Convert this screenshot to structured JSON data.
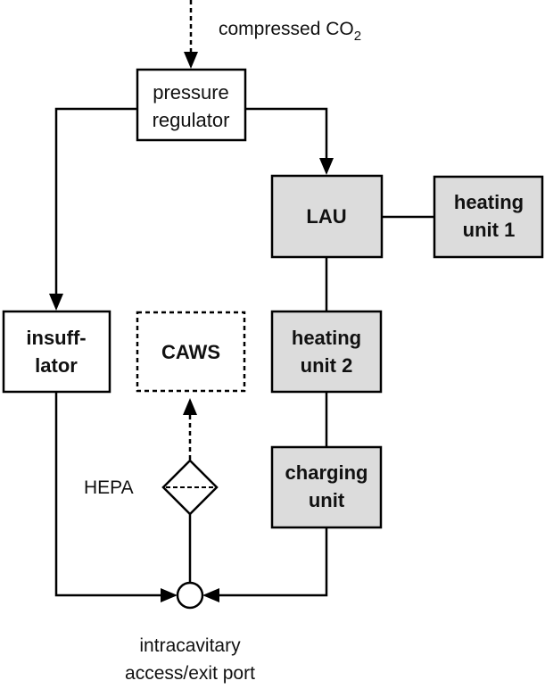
{
  "diagram": {
    "type": "flow-diagram",
    "colors": {
      "line": "#000000",
      "shaded_box_fill": "#dcdcdc",
      "plain_box_fill": "#ffffff",
      "text": "#111111"
    },
    "input": {
      "label_main": "compressed CO",
      "label_sub": "2"
    },
    "nodes": {
      "pressure_regulator": {
        "lines": [
          "pressure",
          "regulator"
        ],
        "style": "plain"
      },
      "lau": {
        "lines": [
          "LAU"
        ],
        "style": "shaded-bold"
      },
      "heating_unit_1": {
        "lines": [
          "heating",
          "unit 1"
        ],
        "style": "shaded-bold"
      },
      "insufflator": {
        "lines": [
          "insuff-",
          "lator"
        ],
        "style": "plain-bold"
      },
      "caws": {
        "lines": [
          "CAWS"
        ],
        "style": "dashed-bold"
      },
      "heating_unit_2": {
        "lines": [
          "heating",
          "unit 2"
        ],
        "style": "shaded-bold"
      },
      "charging_unit": {
        "lines": [
          "charging",
          "unit"
        ],
        "style": "shaded-bold"
      },
      "hepa": {
        "label": "HEPA",
        "shape": "filter-diamond"
      },
      "port": {
        "lines": [
          "intracavitary",
          "access/exit port"
        ],
        "shape": "circle"
      }
    },
    "edges": [
      {
        "from": "compressed CO2",
        "to": "pressure_regulator",
        "style": "dashed-arrow"
      },
      {
        "from": "pressure_regulator",
        "to": "lau",
        "style": "solid-arrow"
      },
      {
        "from": "pressure_regulator",
        "to": "insufflator",
        "style": "solid-arrow"
      },
      {
        "from": "lau",
        "to": "heating_unit_1",
        "style": "solid-line"
      },
      {
        "from": "lau",
        "to": "heating_unit_2",
        "style": "solid-line"
      },
      {
        "from": "heating_unit_2",
        "to": "charging_unit",
        "style": "solid-line"
      },
      {
        "from": "charging_unit",
        "to": "port",
        "style": "solid-arrow"
      },
      {
        "from": "insufflator",
        "to": "port",
        "style": "solid-arrow"
      },
      {
        "from": "port",
        "to": "hepa",
        "style": "solid-line"
      },
      {
        "from": "hepa",
        "to": "caws",
        "style": "dashed-arrow"
      }
    ]
  }
}
